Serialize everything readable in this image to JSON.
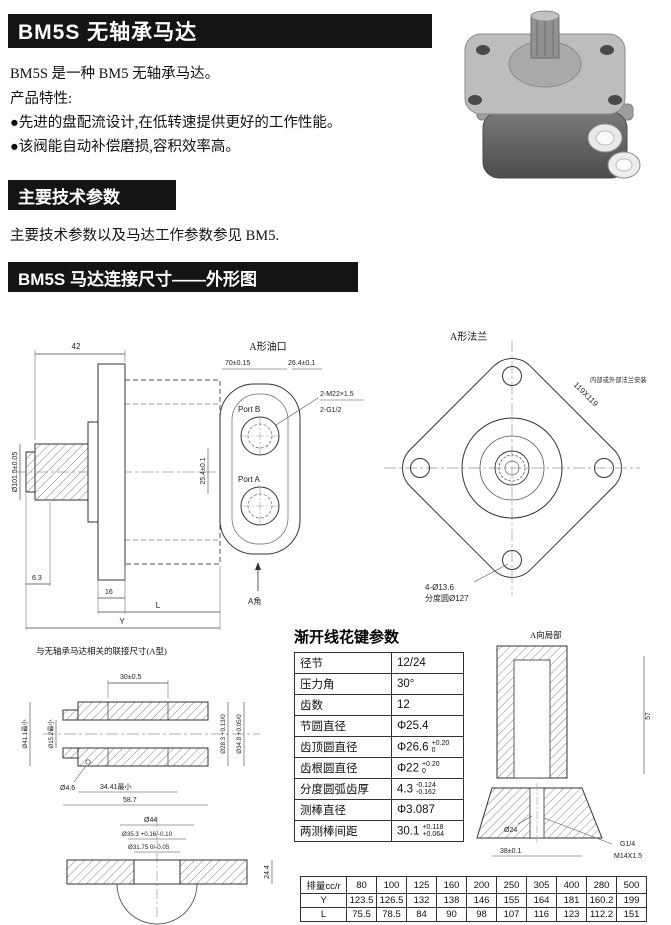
{
  "page": {
    "title": "BM5S 无轴承马达",
    "intro": "BM5S 是一种 BM5 无轴承马达。",
    "features_title": "产品特性:",
    "features": [
      "●先进的盘配流设计,在低转速提供更好的工作性能。",
      "●该阀能自动补偿磨损,容积效率高。"
    ],
    "section2_title": "主要技术参数",
    "section2_text": "主要技术参数以及马达工作参数参见 BM5.",
    "section3_title": "BM5S 马达连接尺寸——外形图"
  },
  "drawings": {
    "side_view": {
      "dim_42": "42",
      "dim_d101": "Ø101.5±0.05",
      "dim_63": "6.3",
      "dim_16": "16",
      "dim_L": "L",
      "dim_Y": "Y"
    },
    "port_view": {
      "title": "A形油口",
      "dim_70": "70±0.15",
      "dim_264": "26.4±0.1",
      "dim_254": "25.4±0.1",
      "note_m22": "2-M22×1.5",
      "note_g12": "2-G1/2",
      "port_b": "Port B",
      "port_a": "Port A",
      "a_angle": "A角"
    },
    "flange_view": {
      "title": "A形法兰",
      "dim_119": "119X119",
      "note_mount": "内部或外部法兰安装",
      "holes": "4-Ø13.6",
      "pitch_circle": "分度圆Ø127"
    },
    "coupling_view": {
      "title": "与无轴承马达相关的联接尺寸(A型)",
      "dim_30": "30±0.5",
      "dim_d152": "Ø15.2最小",
      "dim_d411": "Ø41.1最小",
      "dim_d283": "Ø28.3 +0.13/0",
      "dim_d348": "Ø34.8 +0.05/0",
      "dim_d46": "Ø4.6",
      "dim_3441": "34.41最小",
      "dim_587": "58.7"
    },
    "shaft_end_view": {
      "dim_d44": "Ø44",
      "dim_d353": "Ø35.3 +0.16/-0.10",
      "dim_d3175": "Ø31.75 0/-0.05",
      "dim_244": "24.4"
    },
    "local_view": {
      "title": "A向局部",
      "dim_57": "57",
      "dim_d24": "Ø24",
      "dim_38": "38±0.1",
      "thread_g": "G1/4",
      "thread_m": "M14X1.5"
    }
  },
  "spline_table": {
    "title": "渐开线花键参数",
    "rows": [
      {
        "label": "径节",
        "value": "12/24"
      },
      {
        "label": "压力角",
        "value": "30°"
      },
      {
        "label": "齿数",
        "value": "12"
      },
      {
        "label": "节圆直径",
        "value": "Φ25.4"
      },
      {
        "label": "齿顶圆直径",
        "value": "Φ26.6",
        "tol_top": "+0.20",
        "tol_bottom": "0"
      },
      {
        "label": "齿根圆直径",
        "value": "Φ22",
        "tol_top": "+0.20",
        "tol_bottom": "0"
      },
      {
        "label": "分度圆弧齿厚",
        "value": "4.3",
        "tol_top": "-0.124",
        "tol_bottom": "-0.162"
      },
      {
        "label": "测棒直径",
        "value": "Φ3.087"
      },
      {
        "label": "两测棒间距",
        "value": "30.1",
        "tol_top": "+0.118",
        "tol_bottom": "+0.064"
      }
    ]
  },
  "displacement_table": {
    "header": [
      "排量cc/r",
      "80",
      "100",
      "125",
      "160",
      "200",
      "250",
      "305",
      "400",
      "280",
      "500"
    ],
    "rows": [
      {
        "label": "Y",
        "values": [
          "123.5",
          "126.5",
          "132",
          "138",
          "146",
          "155",
          "164",
          "181",
          "160.2",
          "199"
        ]
      },
      {
        "label": "L",
        "values": [
          "75.5",
          "78.5",
          "84",
          "90",
          "98",
          "107",
          "116",
          "123",
          "112.2",
          "151"
        ]
      }
    ]
  }
}
